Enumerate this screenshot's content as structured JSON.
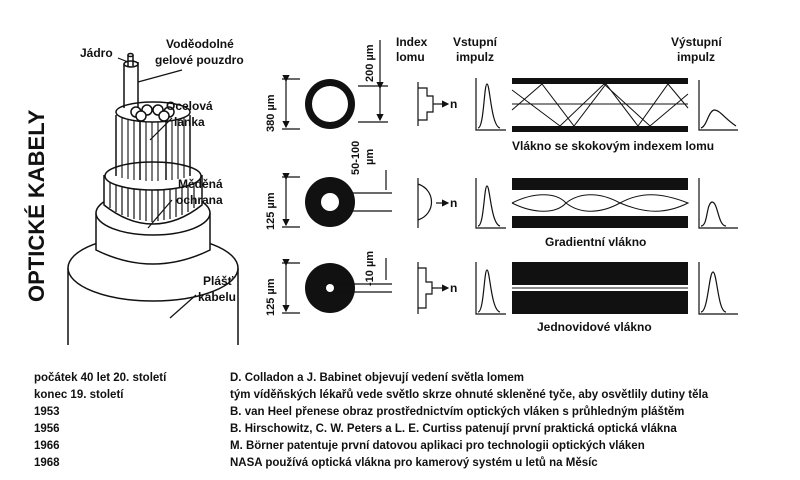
{
  "title": "OPTICKÉ KABELY",
  "cable_labels": {
    "core": "Jádro",
    "gel_l1": "Voděodolné",
    "gel_l2": "gelové pouzdro",
    "steel_l1": "Ocelová",
    "steel_l2": "lanka",
    "copper_l1": "Měděná",
    "copper_l2": "ochrana",
    "jacket_l1": "Plášť",
    "jacket_l2": "kabelu"
  },
  "headers": {
    "index_l1": "Index",
    "index_l2": "lomu",
    "input_l1": "Vstupní",
    "input_l2": "impulz",
    "output_l1": "Výstupní",
    "output_l2": "impulz"
  },
  "fibers": [
    {
      "outer_dim": "380 µm",
      "inner_dim": "200 µm",
      "n_label": "n",
      "caption": "Vlákno se skokovým indexem lomu"
    },
    {
      "outer_dim": "125 µm",
      "inner_dim_l1": "50-100",
      "inner_dim_l2": "µm",
      "n_label": "n",
      "caption": "Gradientní vlákno"
    },
    {
      "outer_dim": "125 µm",
      "inner_dim": "-10 µm",
      "n_label": "n",
      "caption": "Jednovidové vlákno"
    }
  ],
  "timeline": [
    {
      "date": "počátek 40 let 20. století",
      "event": "D. Colladon a J. Babinet objevují vedení světla lomem"
    },
    {
      "date": "konec 19. století",
      "event": "tým víděňských lékařů vede světlo skrze ohnuté skleněné tyče, aby osvětlily dutiny těla"
    },
    {
      "date": "1953",
      "event": "B. van Heel přenese obraz prostřednictvím optických vláken s průhledným pláštěm"
    },
    {
      "date": "1956",
      "event": "B. Hirschowitz, C. W. Peters a L. E. Curtiss patenují první praktická optická vlákna"
    },
    {
      "date": "1966",
      "event": "M. Börner patentuje první datovou aplikaci pro technologii optických vláken"
    },
    {
      "date": "1968",
      "event": "NASA používá optická vlákna pro kamerový systém u letů na Měsíc"
    }
  ]
}
